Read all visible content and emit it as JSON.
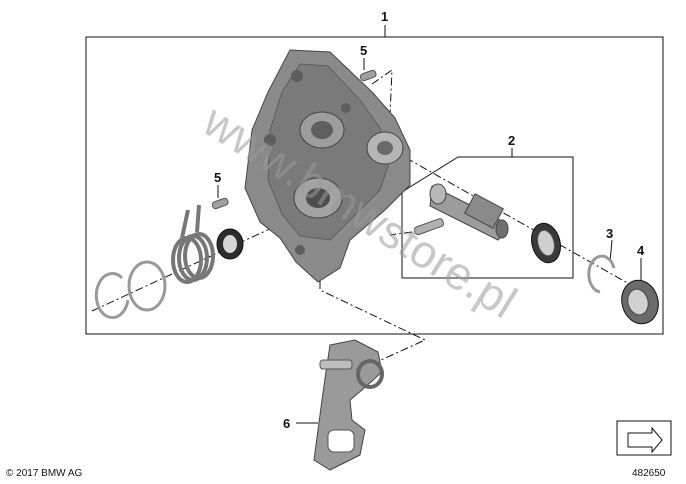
{
  "callouts": [
    {
      "id": "1",
      "text": "1"
    },
    {
      "id": "2",
      "text": "2"
    },
    {
      "id": "3",
      "text": "3"
    },
    {
      "id": "4",
      "text": "4"
    },
    {
      "id": "5a",
      "text": "5"
    },
    {
      "id": "5b",
      "text": "5"
    },
    {
      "id": "6",
      "text": "6"
    }
  ],
  "copyright": "© 2017 BMW AG",
  "diagram_number": "482650",
  "watermark": "www.bmwstore.pl",
  "colors": {
    "part_gray": "#8a8a8a",
    "part_dark": "#5e5e5e",
    "part_light": "#c8c8c8",
    "outline": "#111111"
  }
}
